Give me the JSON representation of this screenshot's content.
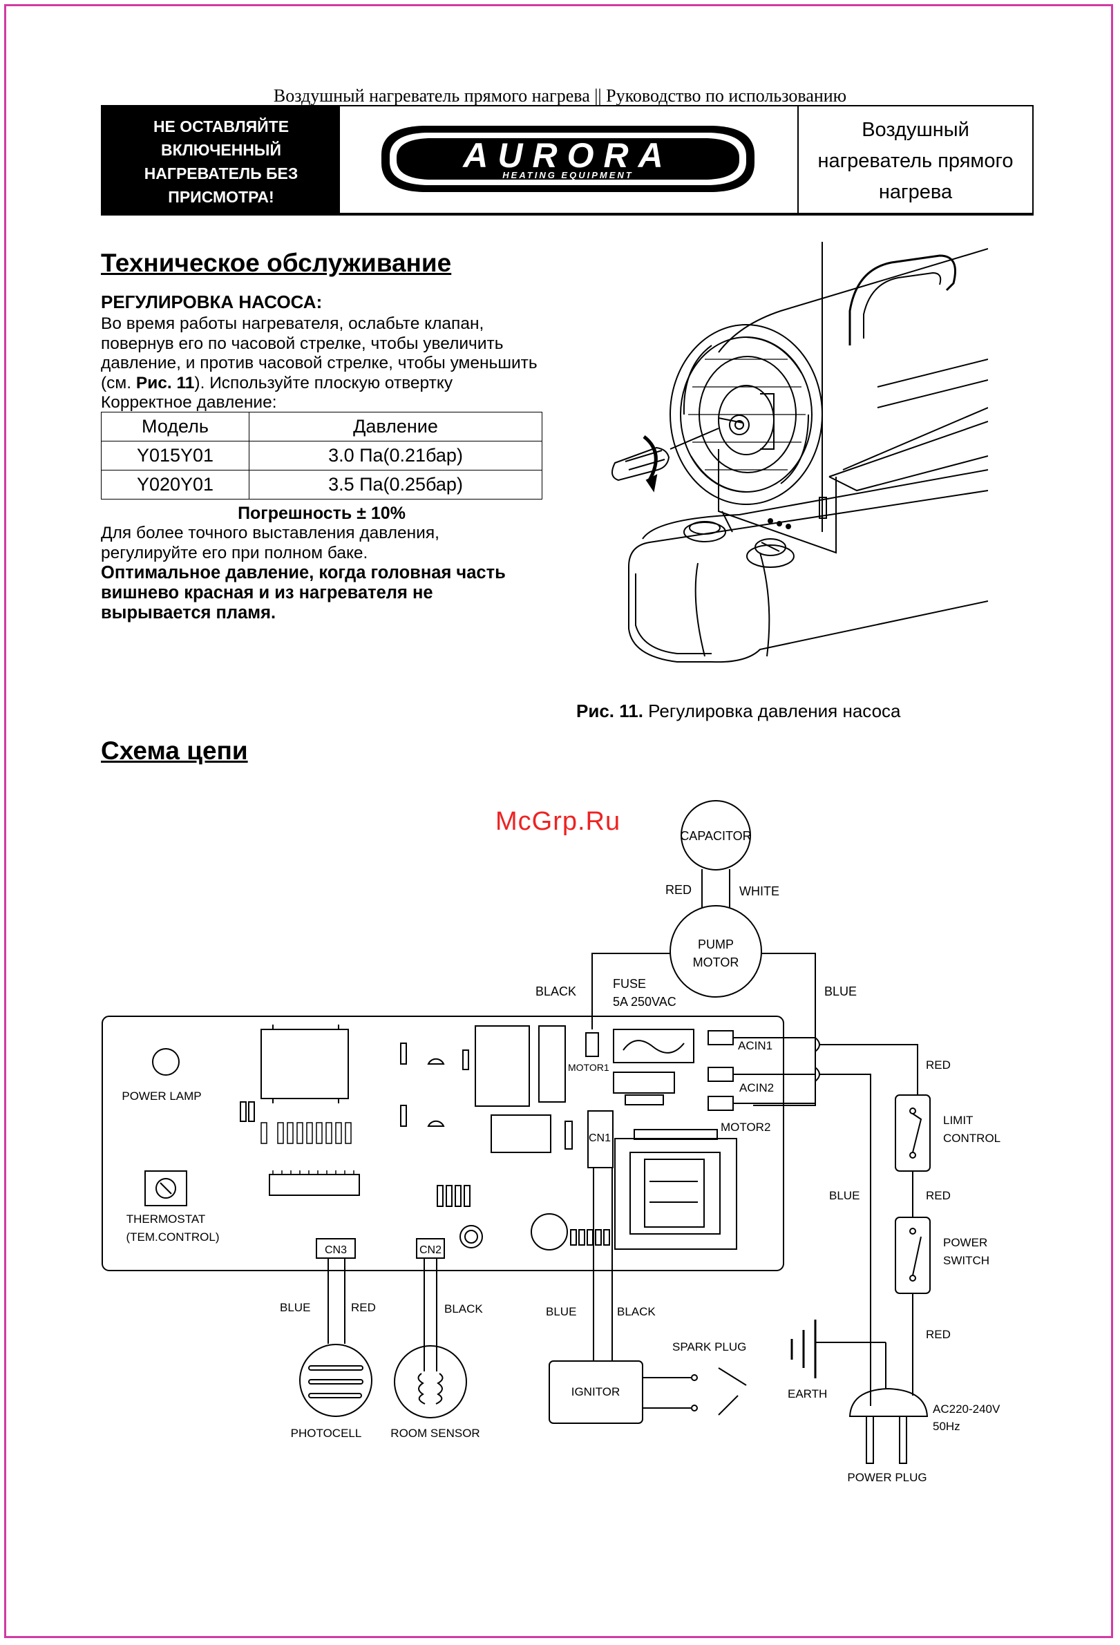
{
  "header": {
    "top_caption": "Воздушный нагреватель прямого нагрева ||  Руководство по использованию",
    "warning_lines": [
      "НЕ ОСТАВЛЯЙТЕ",
      "ВКЛЮЧЕННЫЙ",
      "НАГРЕВАТЕЛЬ БЕЗ",
      "ПРИСМОТРА!"
    ],
    "logo_text": "AURORA",
    "logo_tagline": "HEATING EQUIPMENT",
    "title_lines": [
      "Воздушный",
      "нагреватель прямого",
      "нагрева"
    ]
  },
  "maintenance": {
    "heading": "Техническое обслуживание",
    "subheading": "РЕГУЛИРОВКА НАСОСА:",
    "intro_lines": [
      "Во время работы нагревателя, ослабьте клапан,",
      "повернув его по часовой стрелке, чтобы увеличить",
      "давление, и против часовой стрелке, чтобы уменьшить"
    ],
    "ref_before": "(см. ",
    "ref_bold": "Рис. 11",
    "ref_after": "). Используйте плоскую отвертку",
    "correct_pressure": "Корректное давление:",
    "table": {
      "headers": [
        "Модель",
        "Давление"
      ],
      "rows": [
        [
          "Y015Y01",
          "3.0 Па(0.21бар)"
        ],
        [
          "Y020Y01",
          "3.5 Па(0.25бар)"
        ]
      ]
    },
    "tolerance": "Погрешность ± 10%",
    "note_lines": [
      "Для более точного выставления давления,",
      "регулируйте его при полном баке."
    ],
    "optimal_lines": [
      "Оптимальное давление, когда головная часть",
      "вишнево красная и из нагревателя не",
      "вырывается пламя."
    ],
    "figure_label": "Рис. 11.",
    "figure_caption": " Регулировка давления насоса"
  },
  "circuit": {
    "heading": "Схема цепи",
    "watermark": "McGrp.Ru",
    "labels": {
      "capacitor": "CAPACITOR",
      "red": "RED",
      "white": "WHITE",
      "pump": "PUMP",
      "motor": "MOTOR",
      "black": "BLACK",
      "fuse": "FUSE",
      "fuse_rating": "5A 250VAC",
      "blue": "BLUE",
      "motor1": "MOTOR1",
      "acin1": "ACIN1",
      "acin2": "ACIN2",
      "motor2": "MOTOR2",
      "cn1": "CN1",
      "cn2": "CN2",
      "cn3": "CN3",
      "power_lamp": "POWER LAMP",
      "thermostat": "THERMOSTAT",
      "tem_control": "(TEM.CONTROL)",
      "limit": "LIMIT",
      "control": "CONTROL",
      "power": "POWER",
      "switch": "SWITCH",
      "ignitor": "IGNITOR",
      "spark_plug": "SPARK PLUG",
      "earth": "EARTH",
      "ac": "AC220-240V",
      "hz": "50Hz",
      "power_plug": "POWER PLUG",
      "photocell": "PHOTOCELL",
      "room_sensor": "ROOM SENSOR"
    }
  }
}
